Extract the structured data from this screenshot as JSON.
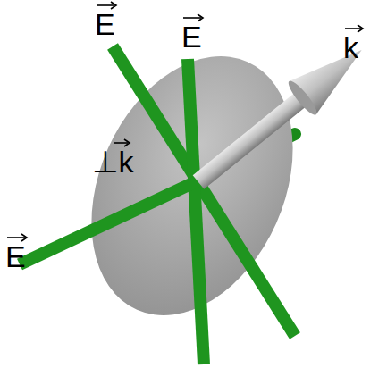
{
  "diagram": {
    "labels": [
      "E",
      "E",
      "E",
      "k",
      "⊥k"
    ]
  }
}
